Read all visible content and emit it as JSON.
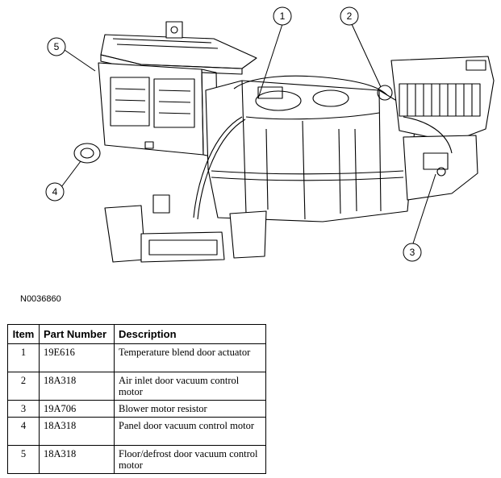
{
  "figure": {
    "code": "N0036860",
    "callouts": [
      "1",
      "2",
      "3",
      "4",
      "5"
    ]
  },
  "table": {
    "headers": {
      "item": "Item",
      "part_number": "Part Number",
      "description": "Description"
    },
    "rows": [
      {
        "item": "1",
        "part_number": "19E616",
        "description": "Temperature blend door actuator"
      },
      {
        "item": "2",
        "part_number": "18A318",
        "description": "Air inlet door vacuum control motor"
      },
      {
        "item": "3",
        "part_number": "19A706",
        "description": "Blower motor resistor"
      },
      {
        "item": "4",
        "part_number": "18A318",
        "description": "Panel door vacuum control motor"
      },
      {
        "item": "5",
        "part_number": "18A318",
        "description": "Floor/defrost door vacuum control motor"
      }
    ]
  }
}
